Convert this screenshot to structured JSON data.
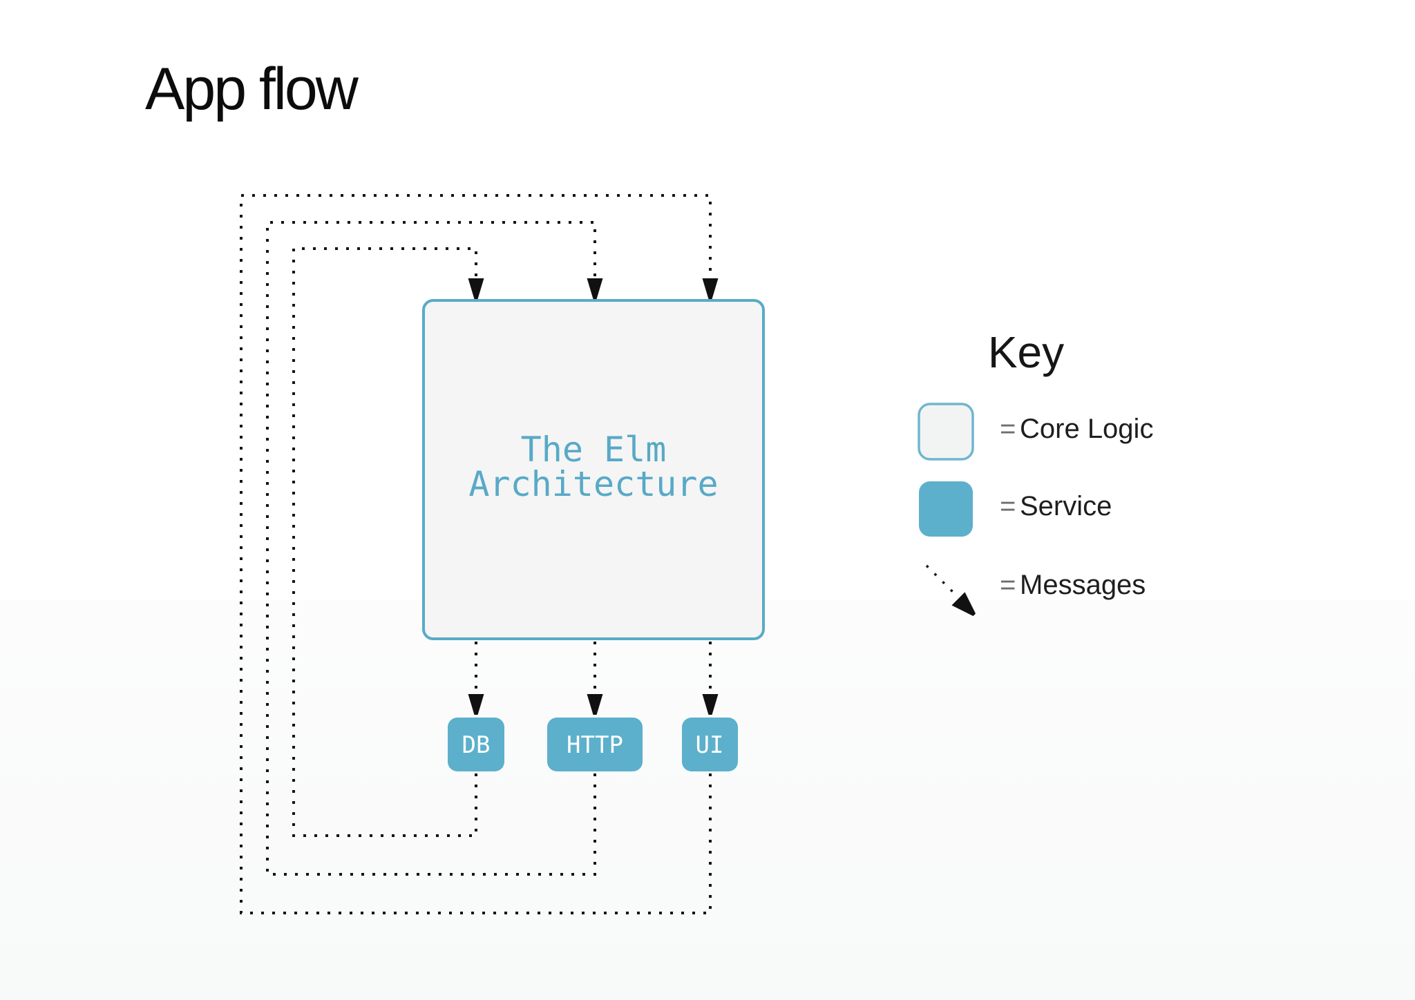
{
  "slide": {
    "title": "App flow"
  },
  "diagram": {
    "core": {
      "line1": "The Elm",
      "line2": "Architecture"
    },
    "services": [
      {
        "label": "DB"
      },
      {
        "label": "HTTP"
      },
      {
        "label": "UI"
      }
    ]
  },
  "legend": {
    "title": "Key",
    "items": [
      {
        "symbol": "core-logic-swatch",
        "eq": "=",
        "label": "Core Logic"
      },
      {
        "symbol": "service-swatch",
        "eq": "=",
        "label": "Service"
      },
      {
        "symbol": "messages-arrow",
        "eq": "=",
        "label": "Messages"
      }
    ]
  },
  "colors": {
    "service_fill": "#5cb0cb",
    "core_fill": "#f4f5f4",
    "core_border": "#58abc7",
    "core_text": "#58a9c7",
    "message_line": "#141414",
    "legend_text": "#1e1e1e"
  }
}
